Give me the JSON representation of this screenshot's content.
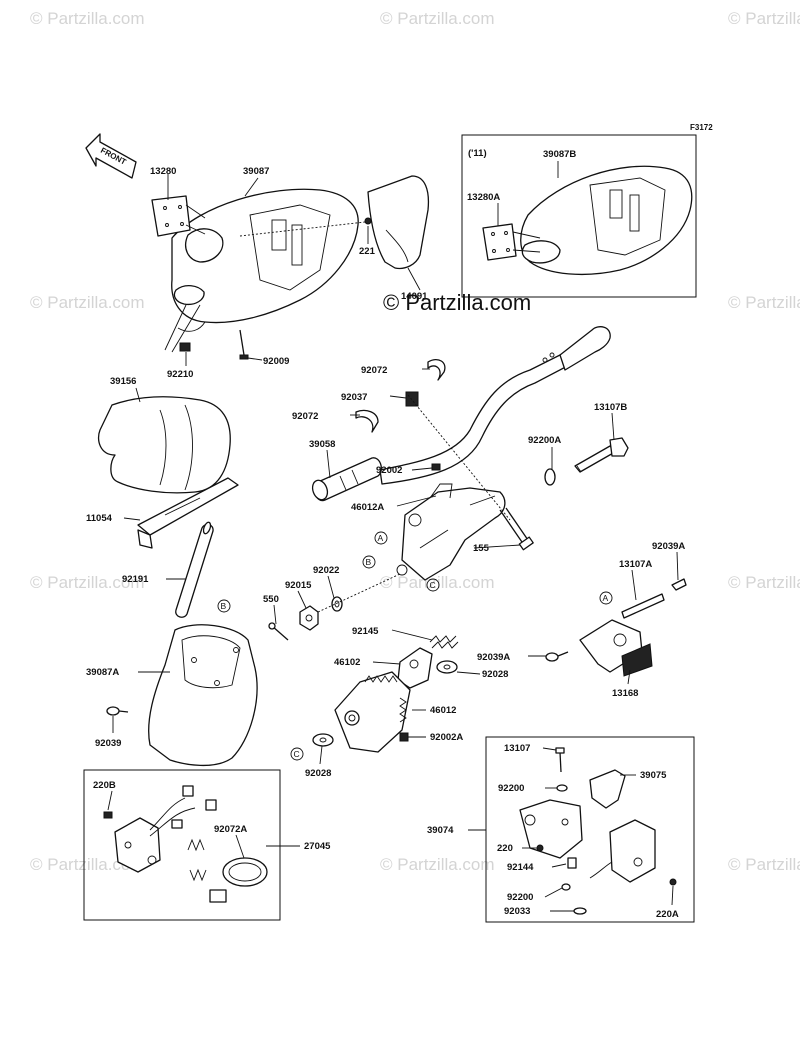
{
  "figure_code": "F3172",
  "front_label": "FRONT",
  "year_note": "('11)",
  "watermark": "© Partzilla.com",
  "main_watermark": "© Partzilla.com",
  "ref_letters": [
    "A",
    "B",
    "C"
  ],
  "parts": {
    "p13280": "13280",
    "p39087": "39087",
    "p39087B": "39087B",
    "p13280A": "13280A",
    "p221": "221",
    "p14091": "14091",
    "p92210": "92210",
    "p92009": "92009",
    "p92072a": "92072",
    "p92037": "92037",
    "p92072b": "92072",
    "p39156": "39156",
    "p13107B": "13107B",
    "p39058": "39058",
    "p92200A": "92200A",
    "p92002": "92002",
    "p11054": "11054",
    "p46012A": "46012A",
    "p155": "155",
    "p92022": "92022",
    "p92039A_top": "92039A",
    "p92191": "92191",
    "p92015": "92015",
    "p13107A": "13107A",
    "p550": "550",
    "p92145": "92145",
    "p39087A": "39087A",
    "p46102": "46102",
    "p92039A_mid": "92039A",
    "p92028a": "92028",
    "p13168": "13168",
    "p46012": "46012",
    "p92039": "92039",
    "p92002A": "92002A",
    "p92028b": "92028",
    "p13107": "13107",
    "p39075": "39075",
    "p220B": "220B",
    "p92200a": "92200",
    "p92072A": "92072A",
    "p27045": "27045",
    "p39074": "39074",
    "p220": "220",
    "p92144": "92144",
    "p92200b": "92200",
    "p92033": "92033",
    "p220A": "220A"
  }
}
